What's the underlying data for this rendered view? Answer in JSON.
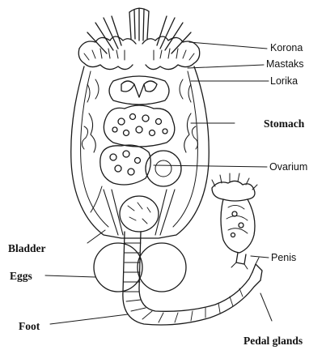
{
  "diagram": {
    "labels": {
      "korona": "Korona",
      "mastaks": "Mastaks",
      "lorika": "Lorika",
      "stomach": "Stomach",
      "ovarium": "Ovarium",
      "bladder": "Bladder",
      "eggs": "Eggs",
      "penis": "Penis",
      "foot": "Foot",
      "pedal_glands": "Pedal glands"
    },
    "colors": {
      "ink": "#1a1a1a",
      "background": "#ffffff"
    }
  }
}
